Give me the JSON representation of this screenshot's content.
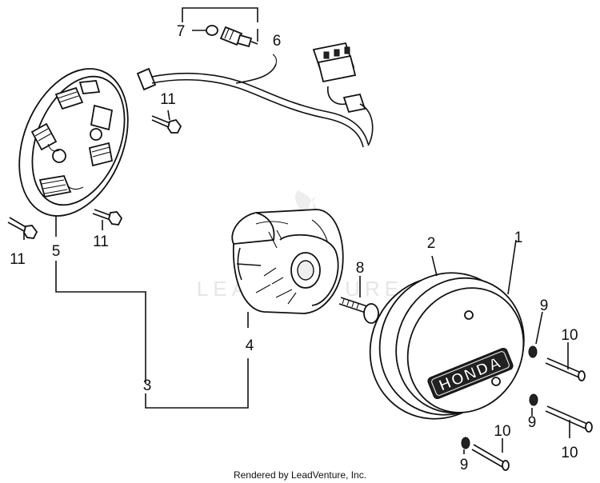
{
  "callouts": {
    "c1": "1",
    "c2": "2",
    "c3": "3",
    "c4": "4",
    "c5": "5",
    "c6": "6",
    "c7": "7",
    "c8": "8",
    "c9a": "9",
    "c9b": "9",
    "c9c": "9",
    "c10a": "10",
    "c10b": "10",
    "c10c": "10",
    "c11a": "11",
    "c11b": "11",
    "c11c": "11"
  },
  "cover_logo": "HONDA",
  "watermark": "LEADVENTURE",
  "footer": "Rendered by LeadVenture, Inc."
}
